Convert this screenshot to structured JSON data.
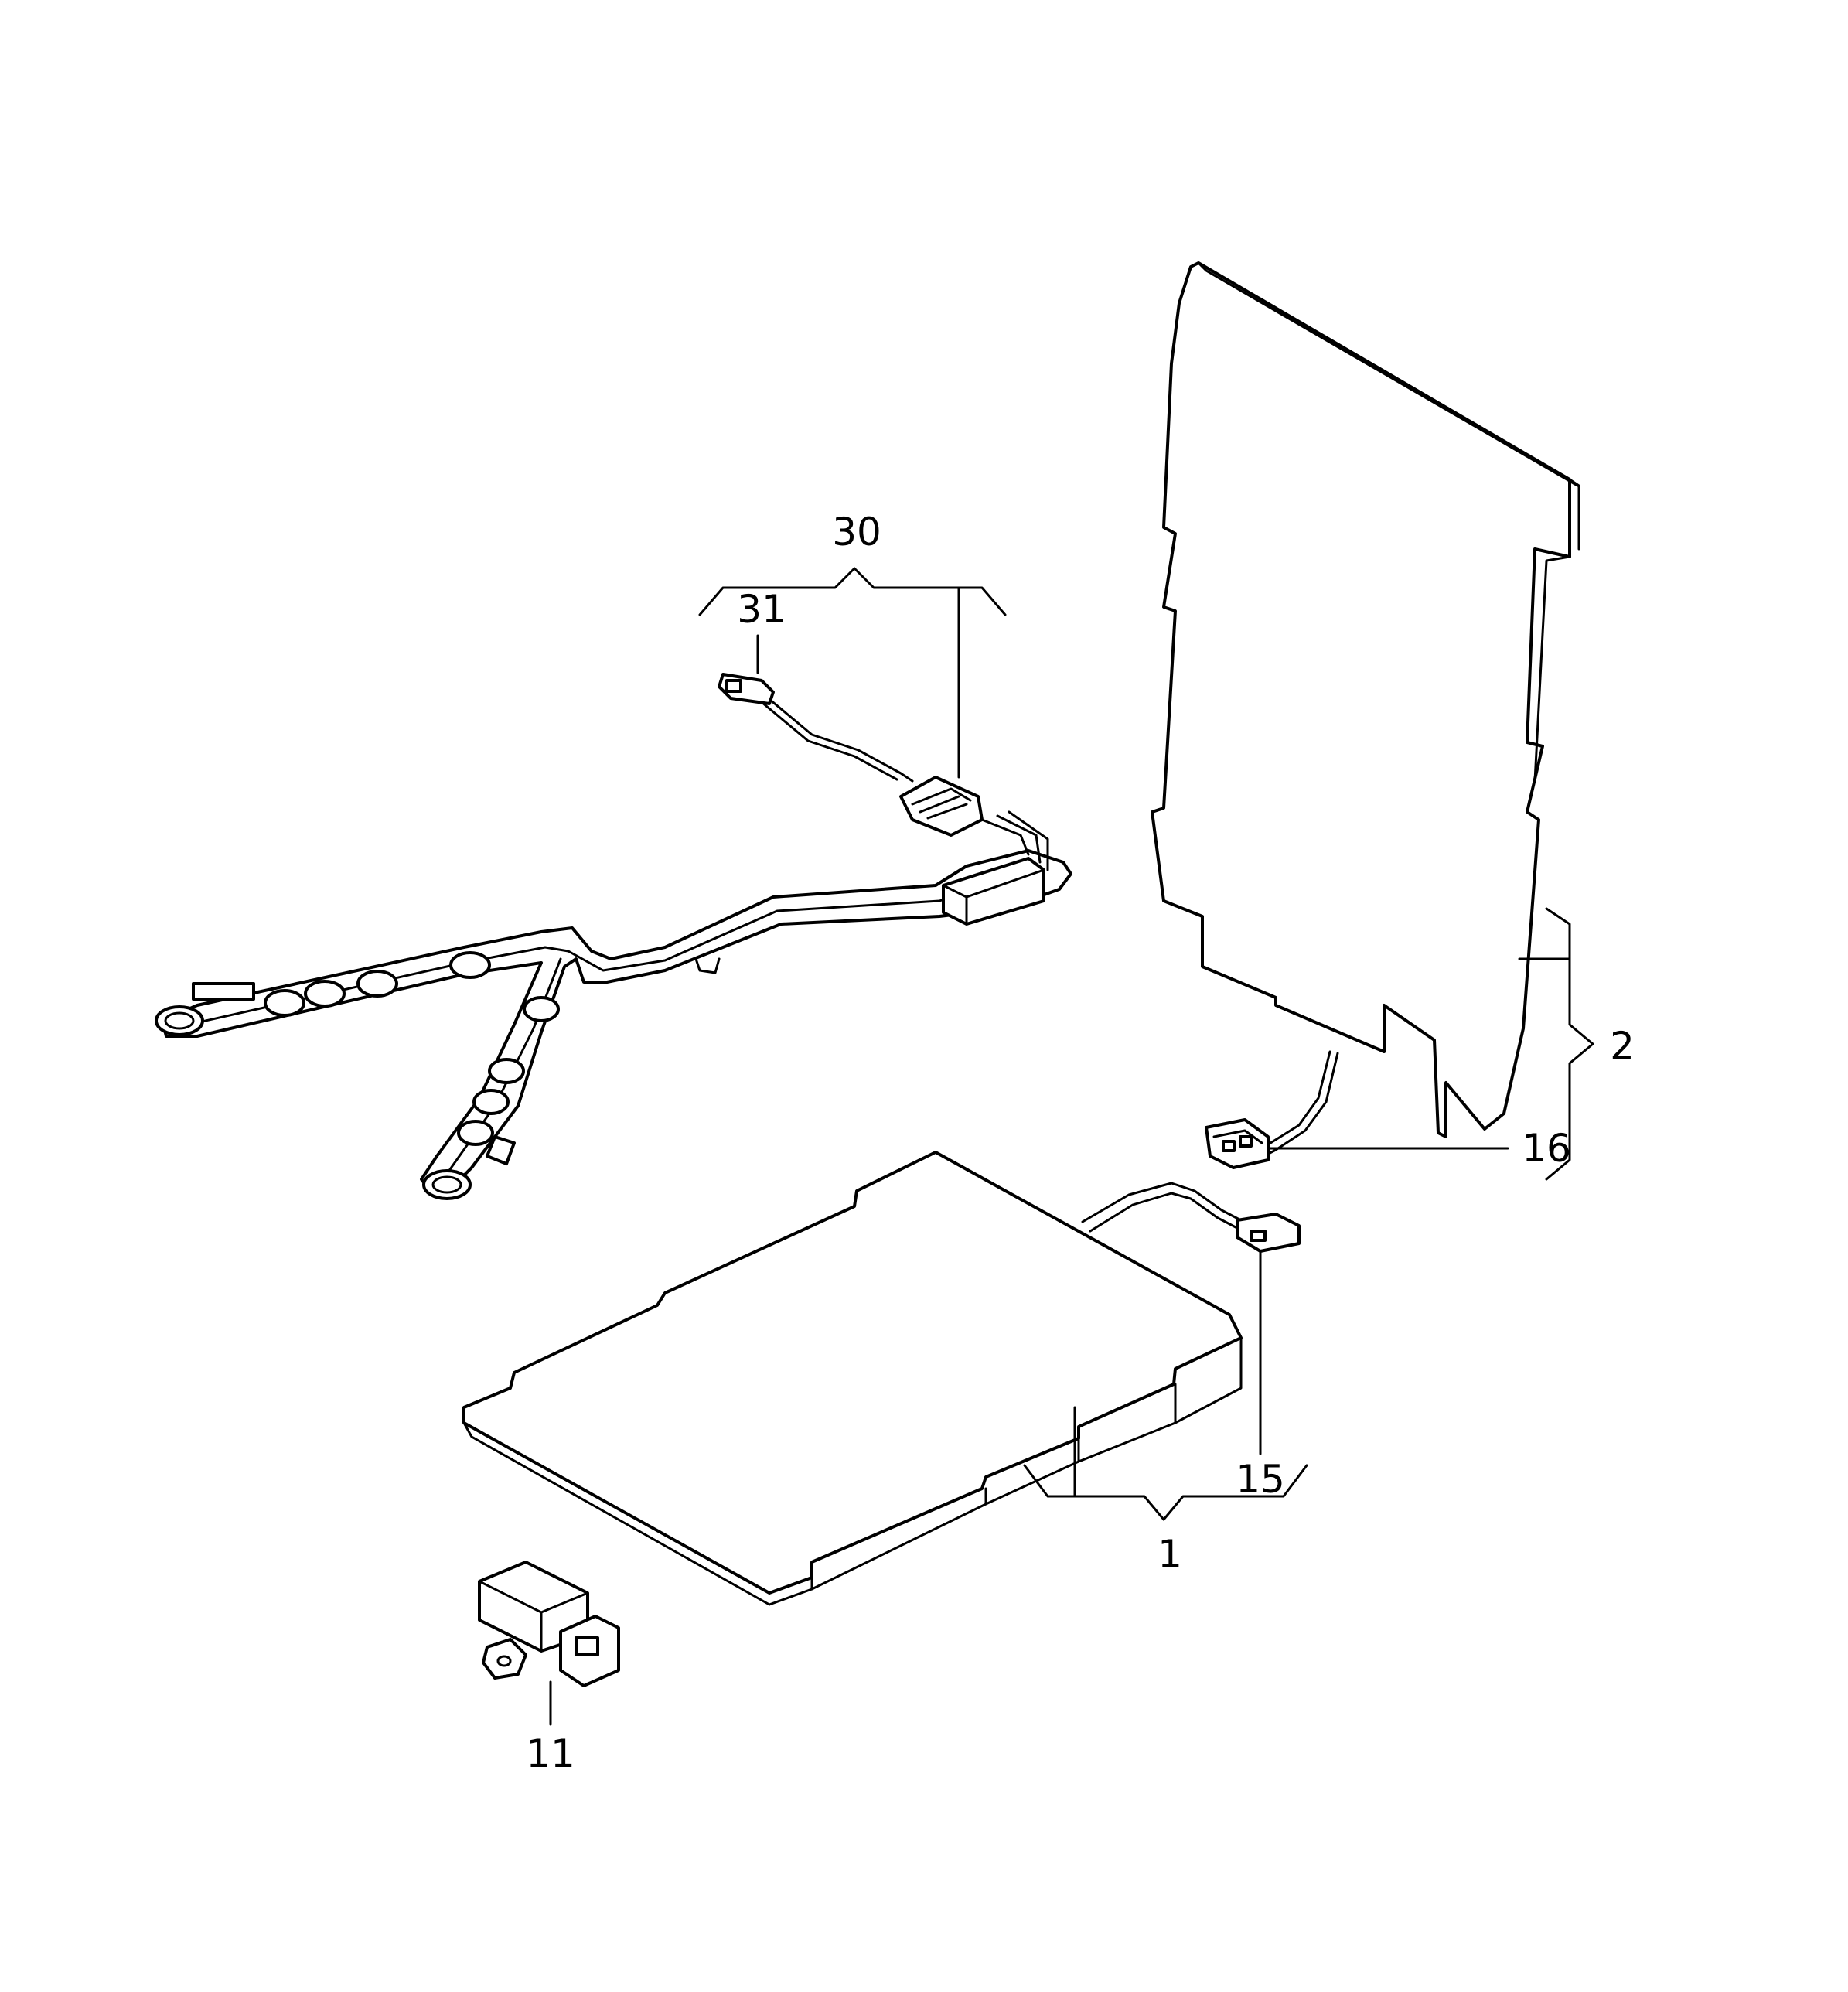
{
  "callouts": {
    "label_1": "1",
    "label_2": "2",
    "label_11": "11",
    "label_15": "15",
    "label_16": "16",
    "label_30": "30",
    "label_31": "31"
  },
  "colors": {
    "line": "#000000",
    "background": "#ffffff"
  }
}
